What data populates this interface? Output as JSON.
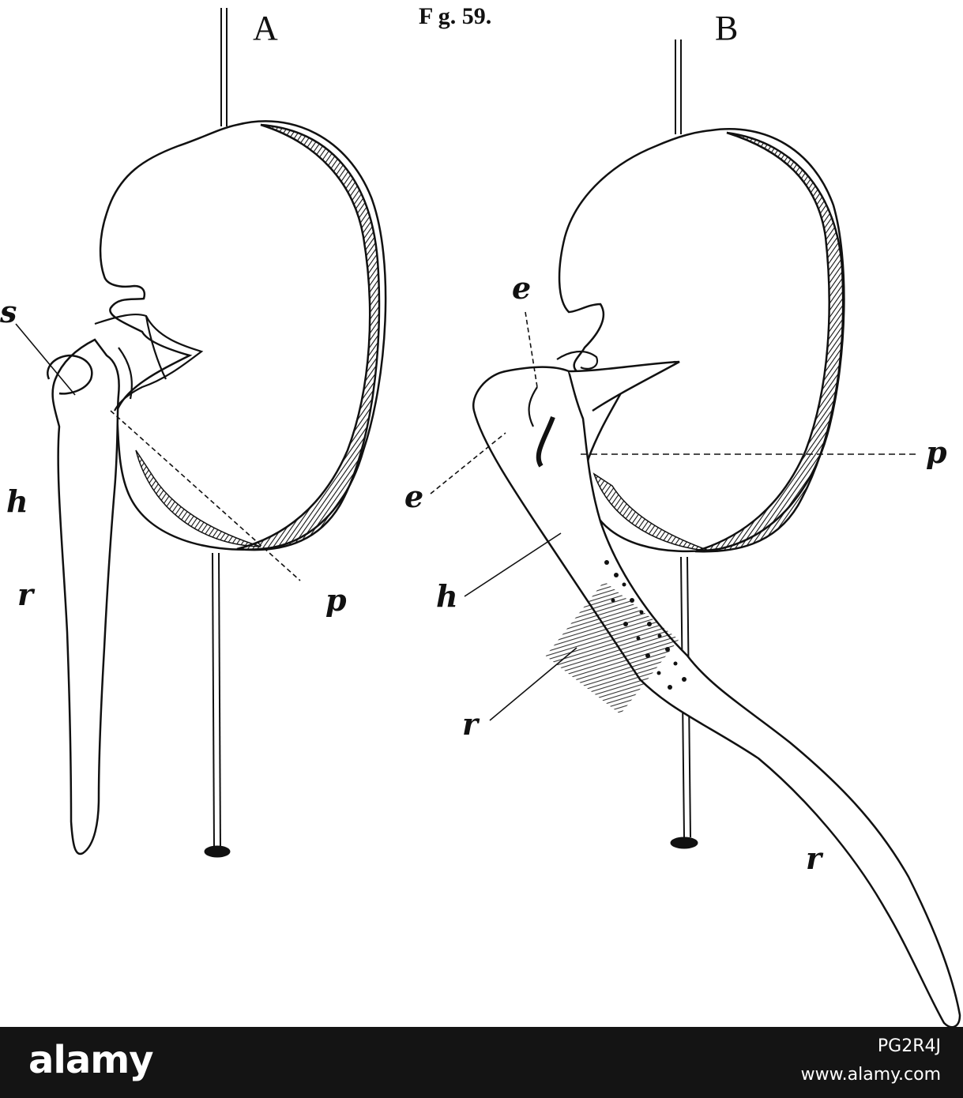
{
  "figure": {
    "caption": "F g. 59.",
    "panels": [
      {
        "id": "A",
        "labels": {
          "s": "s",
          "h": "h",
          "r": "r",
          "p": "p"
        }
      },
      {
        "id": "B",
        "labels": {
          "e_top": "e",
          "e_left": "e",
          "p": "p",
          "h": "h",
          "r_left": "r",
          "r_right": "r"
        }
      }
    ]
  },
  "watermark": {
    "brand": "alamy",
    "image_id": "PG2R4J",
    "site": "www.alamy.com"
  },
  "colors": {
    "ink": "#111111",
    "paper": "#ffffff",
    "footer_bg": "#141414",
    "footer_text": "#ffffff"
  }
}
